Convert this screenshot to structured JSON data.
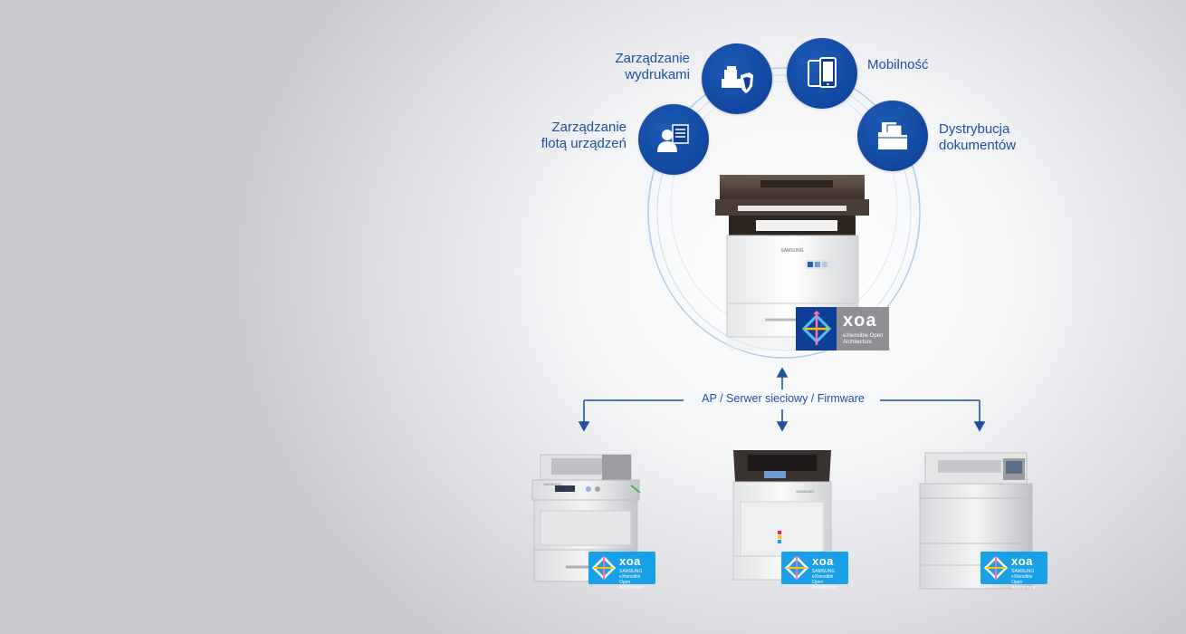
{
  "features": [
    {
      "id": "fleet",
      "label": "Zarządzanie\nflotą urządzeń",
      "icon": "fleet-management-icon"
    },
    {
      "id": "print",
      "label": "Zarządzanie\nwydrukami",
      "icon": "print-security-icon"
    },
    {
      "id": "mobile",
      "label": "Mobilność",
      "icon": "mobile-devices-icon"
    },
    {
      "id": "docs",
      "label": "Dystrybucja\ndokumentów",
      "icon": "document-folder-icon"
    }
  ],
  "network_label": "AP / Serwer sieciowy / Firmware",
  "main_printer": {
    "brand": "SAMSUNG",
    "badge": {
      "title": "xoa",
      "subtitle": "eXtensible Open\nArchitecture"
    }
  },
  "small_badge": {
    "title": "xoa",
    "subtitle": "SAMSUNG eXtensible\nOpen Architecture"
  },
  "printers": [
    {
      "id": "mono-laser",
      "brand": "SAMSUNG"
    },
    {
      "id": "color-laser",
      "brand": "SAMSUNG"
    },
    {
      "id": "mono-laser-2",
      "brand": ""
    }
  ],
  "colors": {
    "accent": "#0d3f95",
    "label": "#1e4fa1",
    "xoa_badge": "#1aa0e6"
  }
}
